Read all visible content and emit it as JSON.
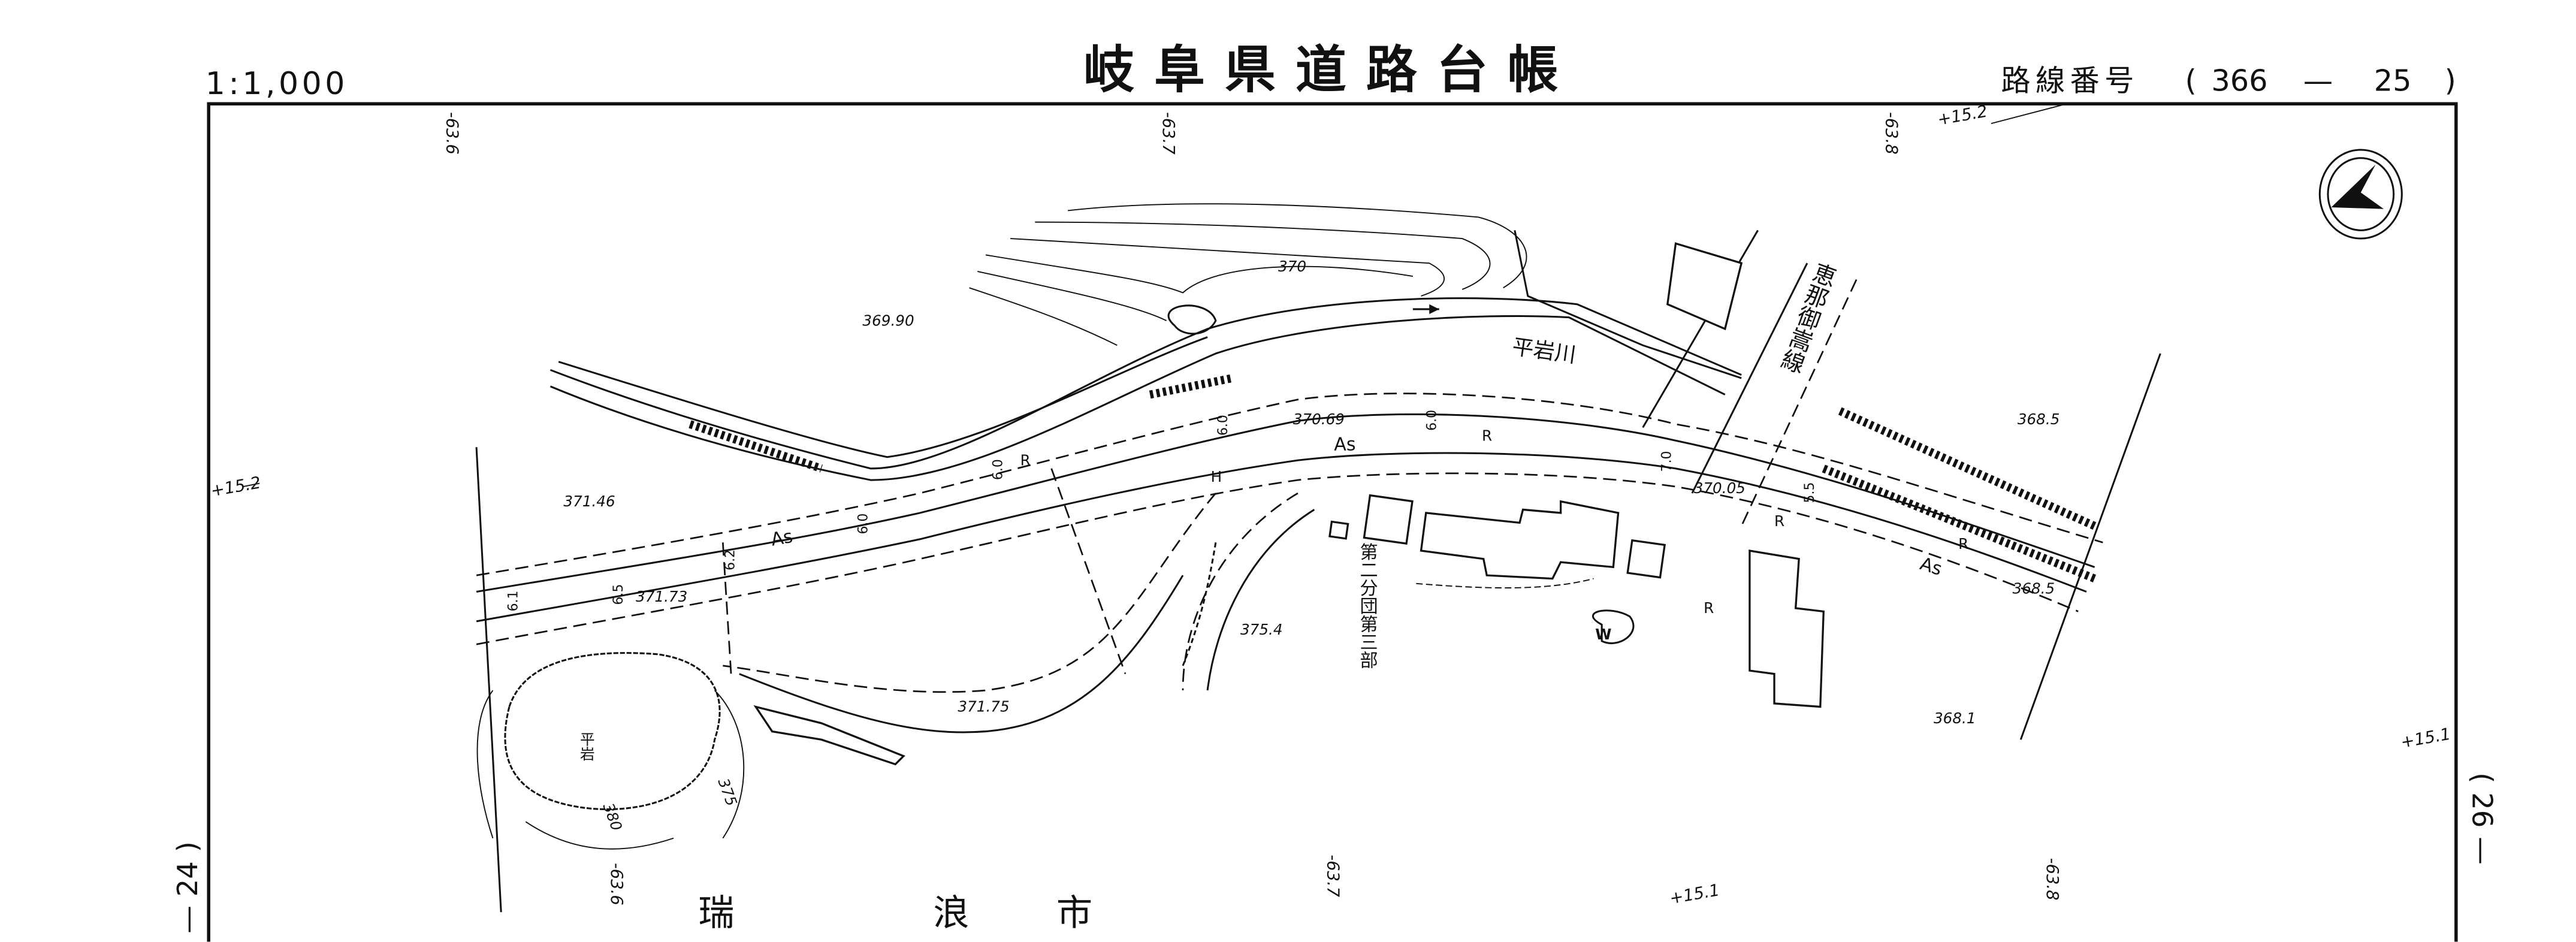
{
  "header": {
    "scale": "1:1,000",
    "title": "岐阜県道路台帳",
    "route_label": "路線番号",
    "route_open": "(",
    "route_number": "366",
    "route_dash": "—",
    "sheet_number": "25",
    "route_close": ")"
  },
  "adjacent_sheets": {
    "left": "— 24 )",
    "right": "( 26 —"
  },
  "grid_labels": {
    "top": [
      "-63.6",
      "-63.7",
      "-63.8"
    ],
    "bottom": [
      "-63.6",
      "-63.7",
      "-63.8"
    ],
    "left": "+15.2",
    "top_right": "+15.2",
    "right": "+15.1",
    "bottom_right": "+15.1"
  },
  "place_names": {
    "city": [
      "瑞",
      "浪",
      "市"
    ],
    "river": "平岩川",
    "crossing_road": "恵那御嵩線",
    "fire_station": "第二分団第三部",
    "rock": "平岩"
  },
  "elevations": [
    "369.90",
    "371.46",
    "371.73",
    "370.69",
    "370.05",
    "368.5",
    "368.5",
    "368.1",
    "375.4",
    "371.75"
  ],
  "contours": [
    "370",
    "380",
    "375"
  ],
  "road_labels": {
    "surface": [
      "As",
      "As",
      "As"
    ],
    "curb": [
      "R",
      "R",
      "R",
      "R",
      "R"
    ],
    "hydrant": "H",
    "widths": [
      "6.1",
      "6.5",
      "6.2",
      "6.0",
      "6.0",
      "6.0",
      "6.0",
      "7.0",
      "5.5"
    ]
  },
  "north_arrow": "north-arrow"
}
